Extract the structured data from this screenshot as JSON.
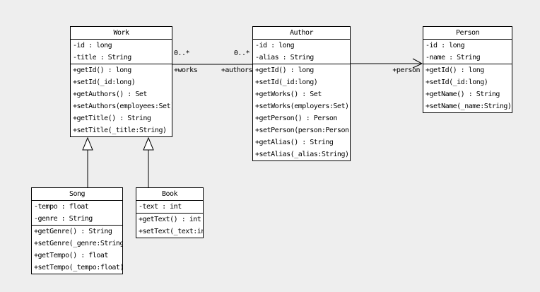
{
  "canvas": {
    "background_color": "#eeeeee",
    "box_fill_color": "#ffffff",
    "line_color": "#000000"
  },
  "classes": [
    {
      "name": "Work",
      "attributes": [
        "-id : long",
        "-title : String"
      ],
      "methods": [
        "+getId() : long",
        "+setId(_id:long)",
        "+getAuthors() : Set",
        "+setAuthors(employees:Set)",
        "+getTitle() : String",
        "+setTitle(_title:String)"
      ]
    },
    {
      "name": "Author",
      "attributes": [
        "-id : long",
        "-alias : String"
      ],
      "methods": [
        "+getId() : long",
        "+setId(_id:long)",
        "+getWorks() : Set",
        "+setWorks(employers:Set)",
        "+getPerson() : Person",
        "+setPerson(person:Person)",
        "+getAlias() : String",
        "+setAlias(_alias:String)"
      ]
    },
    {
      "name": "Person",
      "attributes": [
        "-id : long",
        "-name : String"
      ],
      "methods": [
        "+getId() : long",
        "+setId(_id:long)",
        "+getName() : String",
        "+setName(_name:String)"
      ]
    },
    {
      "name": "Song",
      "attributes": [
        "-tempo : float",
        "-genre : String"
      ],
      "methods": [
        "+getGenre() : String",
        "+setGenre(_genre:String)",
        "+getTempo() : float",
        "+setTempo(_tempo:float)"
      ]
    },
    {
      "name": "Book",
      "attributes": [
        "-text : int"
      ],
      "methods": [
        "+getText() : int",
        "+setText(_text:int)"
      ]
    }
  ],
  "relations": {
    "work_author": {
      "work_end_multiplicity": "0..*",
      "author_end_multiplicity": "0..*",
      "work_end_role": "+works",
      "author_end_role": "+authors"
    },
    "author_person": {
      "person_end_role": "+person"
    }
  }
}
